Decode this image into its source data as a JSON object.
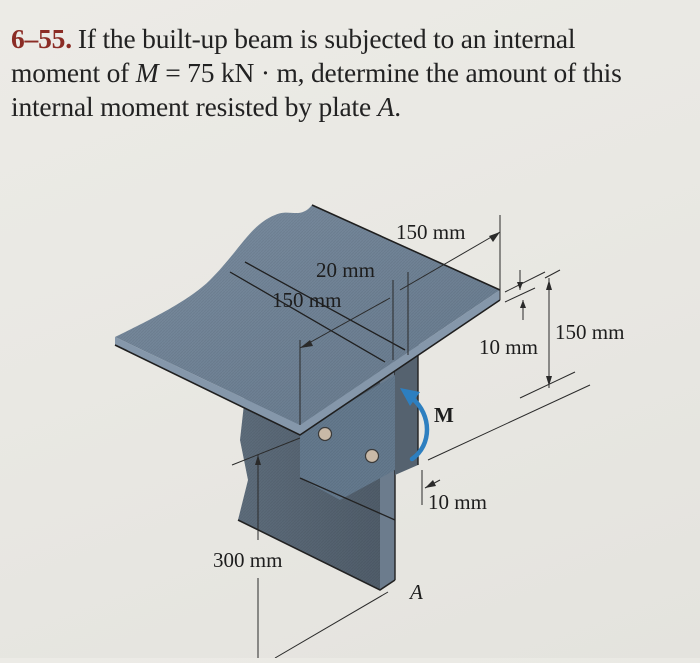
{
  "problem": {
    "number": "6–55.",
    "line1": "If the built-up beam is subjected to an internal",
    "line2_a": "moment of ",
    "line2_var": "M",
    "line2_b": " = 75 kN · m, determine the amount of this",
    "line3_a": "internal moment resisted by plate ",
    "line3_var": "A",
    "line3_b": "."
  },
  "figure": {
    "dimensions": {
      "top_flange_width": "150 mm",
      "web_gap": "20 mm",
      "flange_half_width": "150 mm",
      "flange_thickness": "10 mm",
      "angle_leg_height": "150 mm",
      "plate_thickness": "10 mm",
      "plate_depth": "300 mm"
    },
    "moment_label": "M",
    "plate_label": "A",
    "colors": {
      "steel_top": "#6f8296",
      "steel_side": "#566575",
      "steel_dark": "#47525e",
      "moment_arrow": "#2d7fc0",
      "title_number": "#8b2c25"
    }
  }
}
